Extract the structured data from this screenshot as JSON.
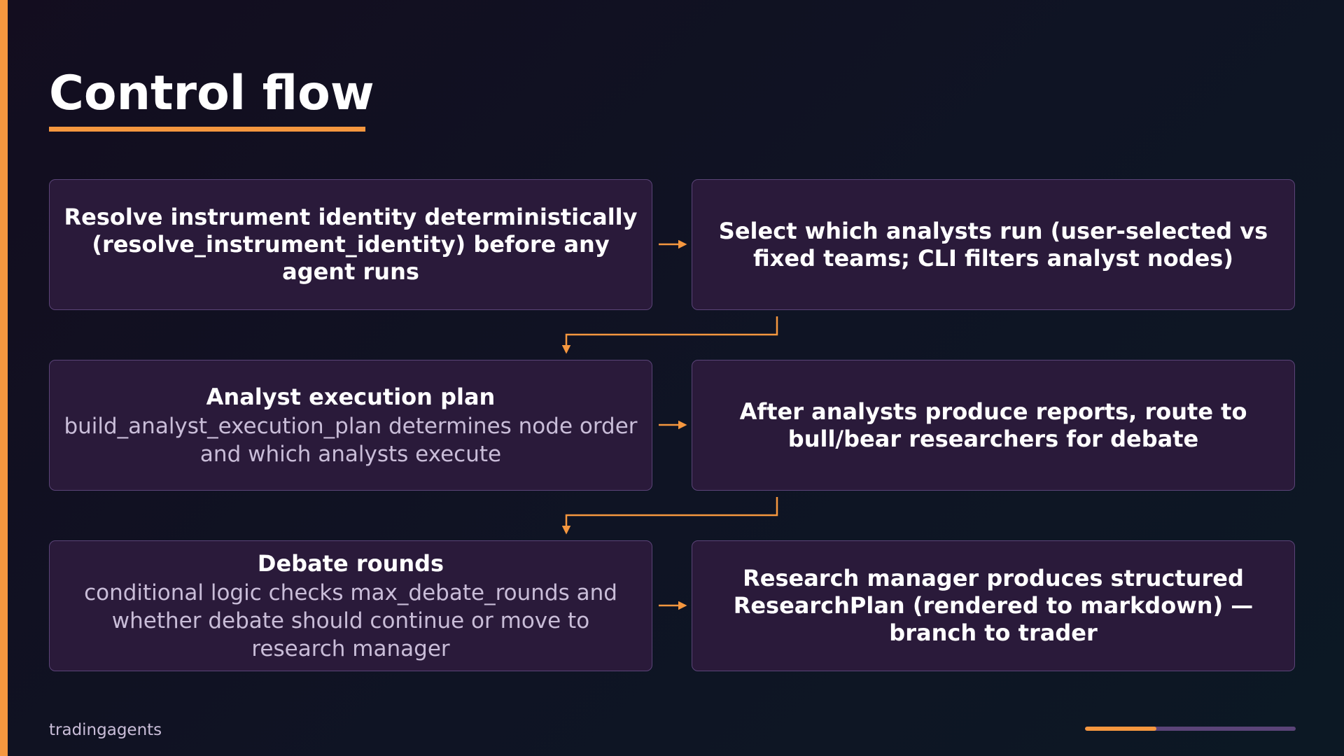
{
  "slide": {
    "title": "Control flow",
    "brand": "tradingagents",
    "progress": 0.34
  },
  "colors": {
    "accent": "#f5973f",
    "box_fill": "#2a1a3a",
    "box_border": "#5b4478",
    "muted_text": "#c9bdd8"
  },
  "steps": [
    {
      "text": "Resolve instrument identity deterministically (resolve_instrument_identity) before any agent runs"
    },
    {
      "text": "Select which analysts run (user-selected vs fixed teams; CLI filters analyst nodes)"
    },
    {
      "title": "Analyst execution plan",
      "desc": "build_analyst_execution_plan determines node order and which analysts execute"
    },
    {
      "text": "After analysts produce reports, route to bull/bear researchers for debate"
    },
    {
      "title": "Debate rounds",
      "desc": "conditional logic checks max_debate_rounds and whether debate should continue or move to research manager"
    },
    {
      "text": "Research manager produces structured ResearchPlan (rendered to markdown) — branch to trader"
    }
  ],
  "flow": [
    {
      "from": 0,
      "to": 1
    },
    {
      "from": 1,
      "to": 2
    },
    {
      "from": 2,
      "to": 3
    },
    {
      "from": 3,
      "to": 4
    },
    {
      "from": 4,
      "to": 5
    }
  ]
}
